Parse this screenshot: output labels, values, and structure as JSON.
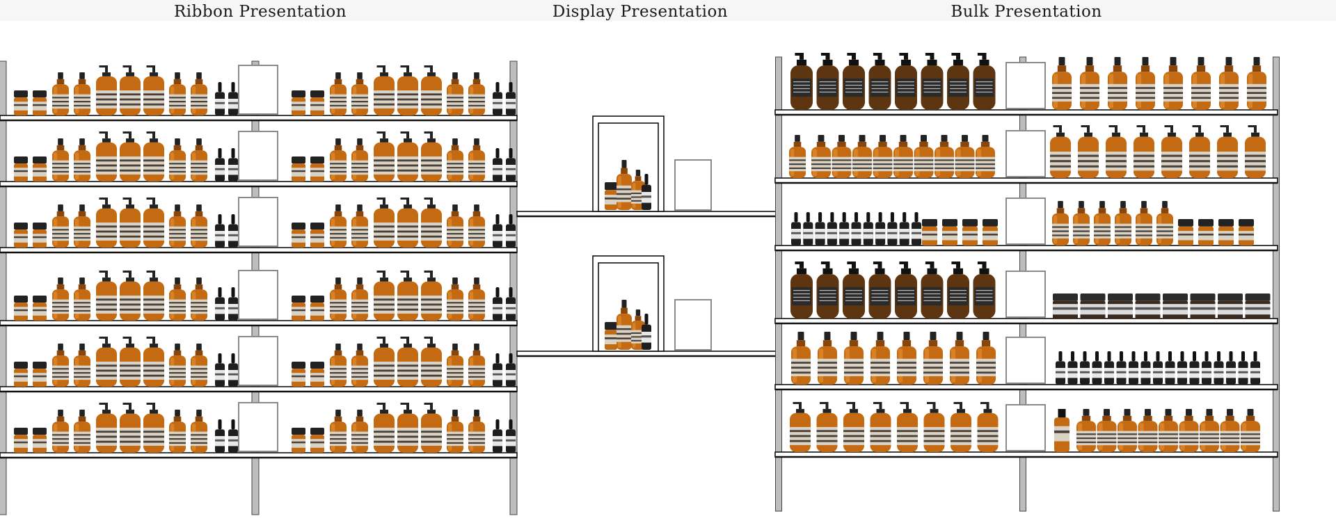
{
  "sections": {
    "ribbon": {
      "title": "Ribbon Presentation"
    },
    "display": {
      "title": "Display Presentation"
    },
    "bulk": {
      "title": "Bulk Presentation"
    }
  },
  "colors": {
    "amber": "#c46a12",
    "amber_dark": "#8a4508",
    "amber_light": "#f0a040",
    "brown_large": "#5e3511",
    "dark_glass": "#1e1e1e",
    "label": "#d9d3c6",
    "label_band": "#4a4038",
    "shelf": "#ffffff",
    "shelf_edge": "#111111",
    "upright": "#bdbdbd",
    "card_frame": "#8a8a8a"
  },
  "icons": [
    "amber-bottle-icon",
    "pump-bottle-icon",
    "dropper-bottle-icon",
    "jar-icon",
    "tube-icon"
  ]
}
